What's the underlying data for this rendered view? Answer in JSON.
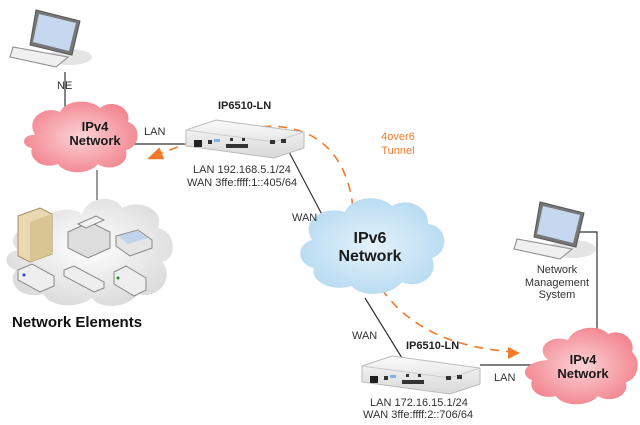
{
  "diagram": {
    "nodes": {
      "ne": {
        "label": "NE",
        "icon": "laptop-icon"
      },
      "ipv4_left": {
        "line1": "IPv4",
        "line2": "Network",
        "color": "#f48a93"
      },
      "router_top": {
        "title": "IP6510-LN",
        "lan": "LAN 192.168.5.1/24",
        "wan": "WAN 3ffe:ffff:1::405/64"
      },
      "ipv6": {
        "line1": "IPv6",
        "line2": "Network",
        "color": "#bfe0f5"
      },
      "router_bottom": {
        "title": "IP6510-LN",
        "lan": "LAN 172.16.15.1/24",
        "wan": "WAN 3ffe:ffff:2::706/64"
      },
      "ipv4_right": {
        "line1": "IPv4",
        "line2": "Network",
        "color": "#f48a93"
      },
      "nms": {
        "line1": "Network",
        "line2": "Management",
        "line3": "System",
        "icon": "laptop-icon"
      },
      "network_elements": {
        "label": "Network Elements",
        "icons": [
          "server-icon",
          "fax-icon",
          "scanner-icon",
          "switch-icon",
          "hub-icon",
          "router-icon"
        ]
      }
    },
    "links": {
      "lan_top": "LAN",
      "wan_top": "WAN",
      "wan_bottom": "WAN",
      "lan_bottom": "LAN"
    },
    "tunnel": {
      "line1": "4over6",
      "line2": "Tunnel",
      "color": "#f07a2a"
    }
  }
}
